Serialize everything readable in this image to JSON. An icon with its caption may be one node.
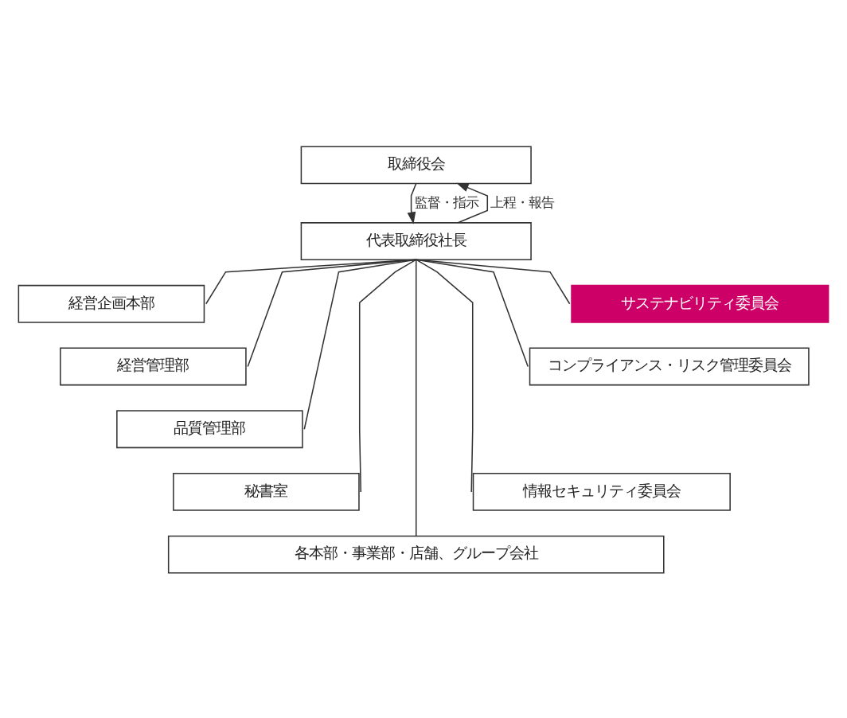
{
  "diagram": {
    "nodes": [
      {
        "text": [
          "取締役会"
        ]
      },
      {
        "text": [
          "代表取締役社長"
        ]
      },
      {
        "text": [
          "経営企画本部"
        ]
      },
      {
        "text": [
          "経営管理部"
        ]
      },
      {
        "text": [
          "品質管理部"
        ]
      },
      {
        "text": [
          "秘書室"
        ]
      },
      {
        "text": [
          "サステナビリティ委員会"
        ]
      },
      {
        "text": [
          "コンプライアンス・リスク管理委員会"
        ]
      },
      {
        "text": [
          "情報セキュリティ委員会"
        ]
      },
      {
        "text": [
          "各本部・事業部・店舗、グループ会社"
        ]
      }
    ],
    "edges": [
      {
        "from": 1,
        "to": 0,
        "arrow": "to",
        "label": "上程・報告"
      },
      {
        "from": 0,
        "to": 1,
        "arrow": "to",
        "label": "監督・指示"
      },
      {
        "from": 1,
        "to": 2,
        "arrow": "none"
      },
      {
        "from": 1,
        "to": 3,
        "arrow": "none"
      },
      {
        "from": 1,
        "to": 4,
        "arrow": "none"
      },
      {
        "from": 1,
        "to": 5,
        "arrow": "none"
      },
      {
        "from": 1,
        "to": 9,
        "arrow": "none"
      },
      {
        "from": 1,
        "to": 8,
        "arrow": "none"
      },
      {
        "from": 1,
        "to": 7,
        "arrow": "none"
      },
      {
        "from": 1,
        "to": 6,
        "arrow": "none"
      }
    ]
  }
}
